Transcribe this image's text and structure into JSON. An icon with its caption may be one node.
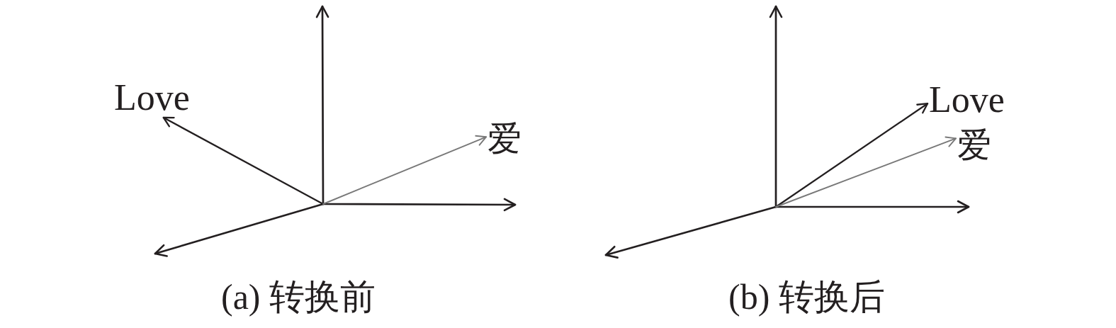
{
  "diagram": {
    "nodes": [
      {
        "text": [
          "Love"
        ]
      },
      {
        "text": [
          "爱"
        ]
      },
      {
        "text": [
          "Love"
        ]
      },
      {
        "text": [
          "爱"
        ]
      }
    ],
    "edges": [
      {
        "from": null,
        "to": 0,
        "arrow": "to"
      },
      {
        "from": null,
        "to": 1,
        "arrow": "to",
        "color": "#787878"
      },
      {
        "from": null,
        "to": 2,
        "arrow": "to"
      },
      {
        "from": null,
        "to": 3,
        "arrow": "to",
        "color": "#787878"
      }
    ],
    "labels": [
      "(a) 转换前",
      "(b) 转换后"
    ]
  }
}
